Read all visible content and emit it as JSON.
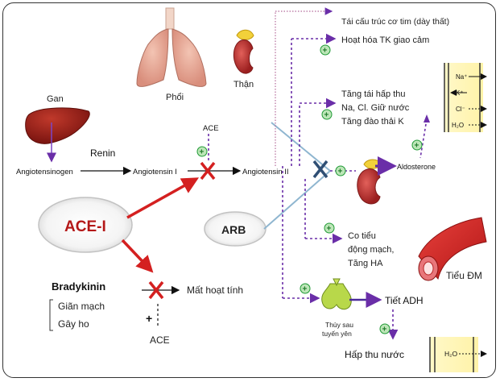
{
  "labels": {
    "lungs": "Phổi",
    "kidney": "Thận",
    "liver": "Gan",
    "renin": "Renin",
    "angiotensinogen": "Angiotensinogen",
    "angiotensin1": "Angiotensin I",
    "angiotensin2": "Angiotensin II",
    "ace_top": "ACE",
    "ace_inhibitor": "ACE-I",
    "arb": "ARB",
    "aldosterone": "Aldosterone",
    "bradykinin": "Bradykinin",
    "vasodilation": "Giãn mạch",
    "cough": "Gây ho",
    "ace_bottom": "ACE",
    "inactive": "Mất hoạt tính",
    "plus": "+",
    "remodeling": "Tái cấu trúc cơ tim (dày thất)",
    "sympathetic": "Hoạt hóa TK giao cảm",
    "reabsorb_line1": "Tăng tái hấp thu",
    "reabsorb_line2": "Na, Cl. Giữ nước",
    "reabsorb_line3": "Tăng đào thải K",
    "constrict_line1": "Co tiểu",
    "constrict_line2": "động mạch,",
    "constrict_line3": "Tăng HA",
    "arteriole": "Tiểu ĐM",
    "pituitary_line1": "Thùy sau",
    "pituitary_line2": "tuyến yên",
    "adh": "Tiết ADH",
    "water_absorb": "Hấp thu nước",
    "ion_na": "Na⁺",
    "ion_k": "K⁺",
    "ion_cl": "Cl⁻",
    "ion_h2o": "H₂O",
    "h2o_bottom": "H₂O"
  },
  "colors": {
    "arrow_red": "#d42020",
    "dashed_purple": "#6a2ea8",
    "green_plus": "#1f9a35",
    "arb_line": "#8fb6d0",
    "dark_blue_x": "#2f4f74"
  }
}
